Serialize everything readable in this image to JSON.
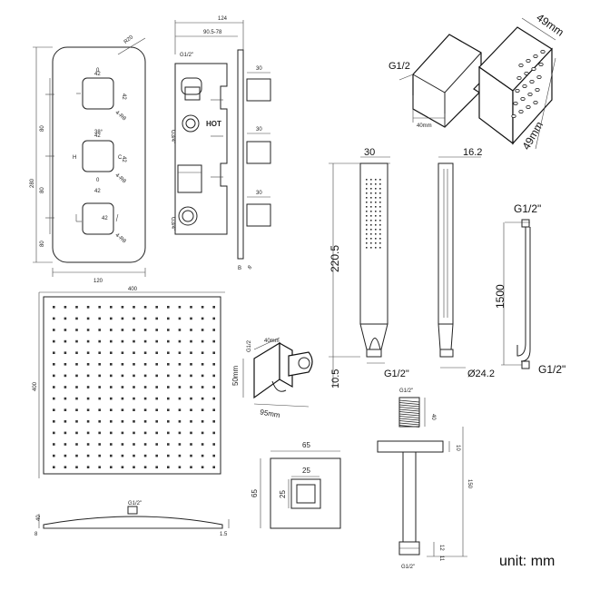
{
  "unit_label": "unit: mm",
  "valve_front": {
    "radius": "R20",
    "dim_42_a": "42",
    "dim_42_b": "42",
    "dim_42_c": "42",
    "dim_42_d": "42",
    "dim_42_e": "42",
    "dim_42_f": "42",
    "dim_80_a": "80",
    "dim_80_b": "80",
    "dim_80_c": "80",
    "dim_280": "280",
    "dim_120": "120",
    "chamfer_a": "4-R8",
    "chamfer_b": "4-R8",
    "chamfer_c": "4-R8",
    "angle": "38°",
    "temp_h": "H",
    "temp_c": "C",
    "zero_a": "0",
    "zero_b": "0"
  },
  "valve_side": {
    "dim_124": "124",
    "dim_depth": "90.5-78",
    "dim_30_a": "30",
    "dim_30_b": "30",
    "dim_30_c": "30",
    "inlet": "G1/2\"",
    "outlet_a": "G3/4\"",
    "outlet_b": "G3/4\"",
    "hot_label": "HOT",
    "dim_b": "B",
    "dim_8": "8"
  },
  "wall_elbow": {
    "thread": "G1/2",
    "width_49_a": "49mm",
    "width_49_b": "49mm",
    "depth": "40mm"
  },
  "hand_shower": {
    "width_30": "30",
    "depth_16": "16.2",
    "length": "220.5",
    "tail": "10.5",
    "thread": "G1/2\"",
    "diameter": "Ø24.2"
  },
  "hose": {
    "thread_top": "G1/2\"",
    "length": "1500",
    "thread_bottom": "G1/2\""
  },
  "rain_head": {
    "width": "400",
    "height": "400",
    "thread": "G1/2\"",
    "thickness": "40",
    "edge_a": "8",
    "edge_b": "1.5"
  },
  "bracket": {
    "dim_40": "40mm",
    "dim_50": "50mm",
    "dim_95": "95mm",
    "small_a": "G1/2"
  },
  "plate": {
    "width": "65",
    "height": "65",
    "inner_w": "25",
    "inner_h": "25"
  },
  "arm": {
    "thread_top": "G1/2\"",
    "dim_40": "40",
    "dim_10": "10",
    "dim_150": "150",
    "dim_12": "12",
    "dim_11": "11",
    "thread_bottom": "G1/2\""
  }
}
